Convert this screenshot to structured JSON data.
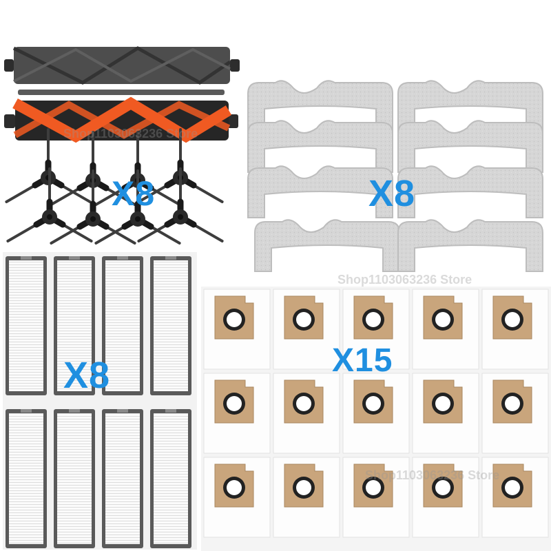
{
  "quantity_labels": {
    "side_brushes": "X8",
    "mop_pads": "X8",
    "hepa_filters": "X8",
    "dust_bags": "X15"
  },
  "watermark": "Shop1103063236 Store",
  "colors": {
    "quantity_label": "#1f8fe0",
    "brush_dark": "#4a4a4a",
    "brush_orange": "#f05a22",
    "mop_gray": "#d3d3d3",
    "filter_frame": "#5a5a5a",
    "bag_cardboard": "#c9a57c"
  }
}
